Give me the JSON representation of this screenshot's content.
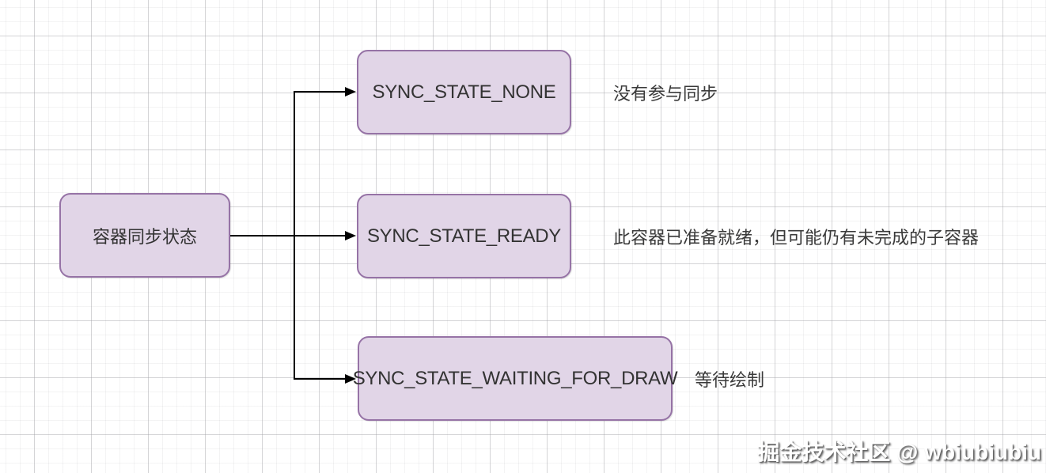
{
  "diagram": {
    "title_hint": "container-sync-state-flowchart",
    "root": {
      "label": "容器同步状态"
    },
    "states": [
      {
        "label": "SYNC_STATE_NONE",
        "note": "没有参与同步"
      },
      {
        "label": "SYNC_STATE_READY",
        "note": "此容器已准备就绪，但可能仍有未完成的子容器"
      },
      {
        "label": "SYNC_STATE_WAITING_FOR_DRAW",
        "note": "等待绘制"
      }
    ],
    "colors": {
      "node_fill": "#e1d5e7",
      "node_border": "#9673a6",
      "connector": "#000000",
      "node_text": "#333333",
      "note_text": "#3a3a3a",
      "background": "#ffffff"
    }
  },
  "watermark": {
    "text": "掘金技术社区 @ wbiubiubiu"
  }
}
